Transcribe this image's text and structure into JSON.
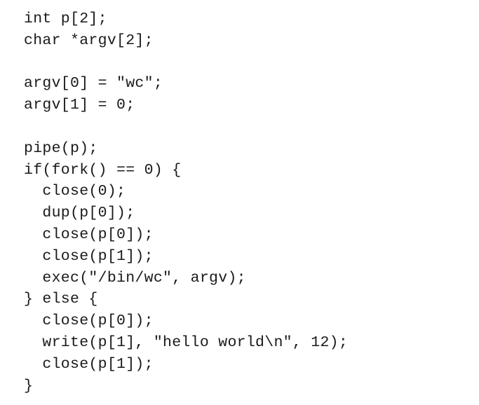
{
  "code": {
    "lines": [
      "int p[2];",
      "char *argv[2];",
      "",
      "argv[0] = \"wc\";",
      "argv[1] = 0;",
      "",
      "pipe(p);",
      "if(fork() == 0) {",
      "  close(0);",
      "  dup(p[0]);",
      "  close(p[0]);",
      "  close(p[1]);",
      "  exec(\"/bin/wc\", argv);",
      "} else {",
      "  close(p[0]);",
      "  write(p[1], \"hello world\\n\", 12);",
      "  close(p[1]);",
      "}"
    ]
  }
}
